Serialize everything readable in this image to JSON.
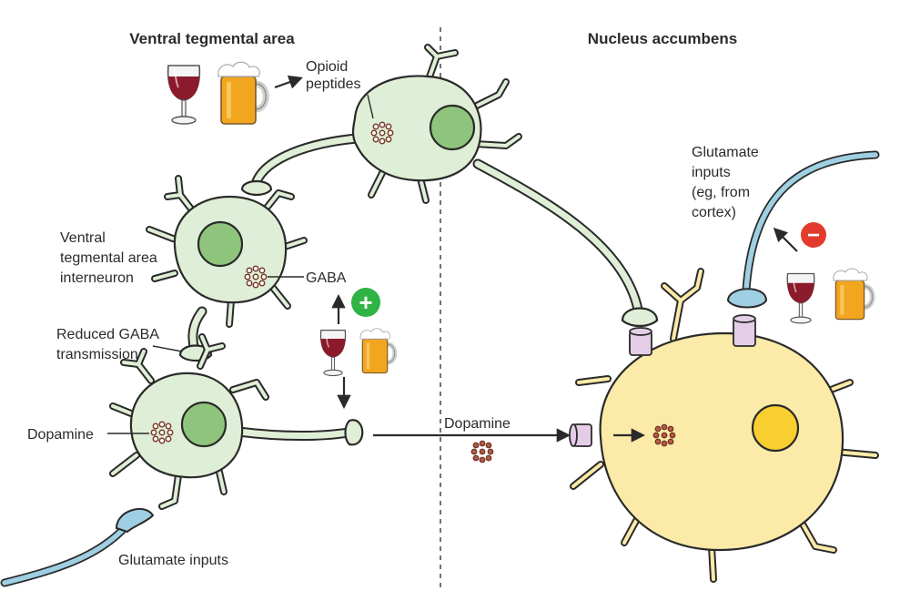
{
  "headings": {
    "left": "Ventral tegmental area",
    "right": "Nucleus accumbens"
  },
  "labels": {
    "opioid_line1": "Opioid",
    "opioid_line2": "peptides",
    "interneuron_line1": "Ventral",
    "interneuron_line2": "tegmental area",
    "interneuron_line3": "interneuron",
    "gaba": "GABA",
    "reduced_line1": "Reduced GABA",
    "reduced_line2": "transmission",
    "dopamine_left": "Dopamine",
    "dopamine_center": "Dopamine",
    "glutamate_bottom": "Glutamate inputs",
    "glutamate_right_line1": "Glutamate",
    "glutamate_right_line2": "inputs",
    "glutamate_right_line3": "(eg, from",
    "glutamate_right_line4": "cortex)"
  },
  "signs": {
    "plus": "+",
    "minus": "−"
  },
  "icons": [
    "wine-glass-icon",
    "beer-mug-icon",
    "plus-sign-icon",
    "minus-sign-icon"
  ],
  "colors": {
    "vta_neuron": "#dfeed6",
    "vta_nucleus": "#8fc47c",
    "accumbens_neuron": "#fbeaa8",
    "accumbens_nucleus": "#f7cf2f",
    "glutamate_axon": "#9fcfe2",
    "receptor": "#e4cde6",
    "plus": "#2fb344",
    "minus": "#e23b2e",
    "wine": "#8b1a2b",
    "beer": "#f2a51f"
  }
}
